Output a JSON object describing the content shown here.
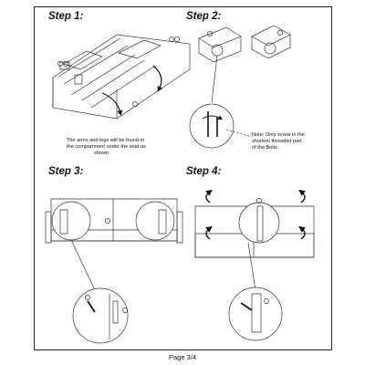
{
  "steps": [
    {
      "title": "Step 1:"
    },
    {
      "title": "Step 2:"
    },
    {
      "title": "Step 3:"
    },
    {
      "title": "Step 4:"
    }
  ],
  "notes": {
    "arms_legs": [
      "The arms and legs will be found in",
      "the compartment under the seat as",
      "shown."
    ],
    "bolts": [
      "Note: Only screw in the",
      "shortest threaded part",
      "of the Bolts."
    ]
  },
  "footer": {
    "page": "Page 3/4"
  }
}
